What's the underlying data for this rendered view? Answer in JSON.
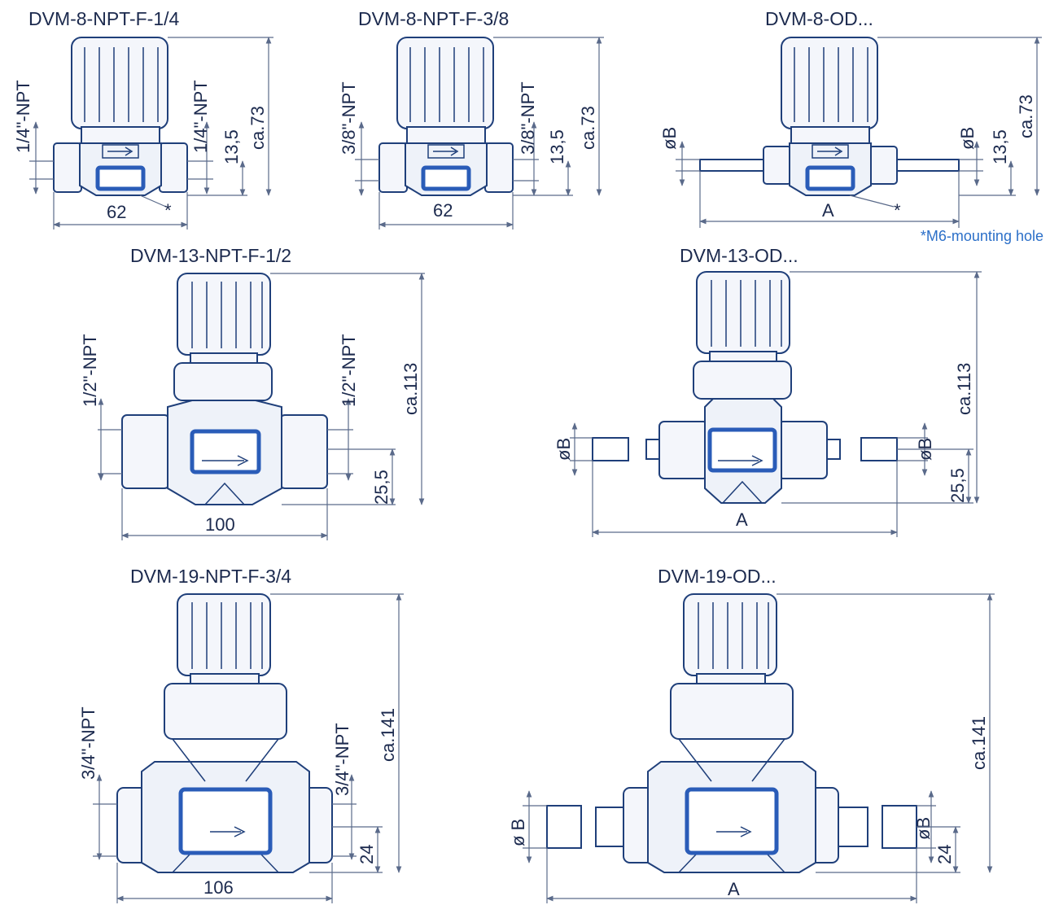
{
  "note": "*M6-mounting hole",
  "drawings": [
    {
      "id": "d1",
      "title": "DVM-8-NPT-F-1/4",
      "port_left": "1/4\"-NPT",
      "port_right": "1/4\"-NPT",
      "offset": "13,5",
      "height": "ca.73",
      "width": "62",
      "star": "*"
    },
    {
      "id": "d2",
      "title": "DVM-8-NPT-F-3/8",
      "port_left": "3/8\"-NPT",
      "port_right": "3/8\"-NPT",
      "offset": "13,5",
      "height": "ca.73",
      "width": "62"
    },
    {
      "id": "d3",
      "title": "DVM-8-OD...",
      "port_left": "øB",
      "port_right": "øB",
      "offset": "13,5",
      "height": "ca.73",
      "width": "A",
      "star": "*"
    },
    {
      "id": "d4",
      "title": "DVM-13-NPT-F-1/2",
      "port_left": "1/2\"-NPT",
      "port_right": "1/2\"-NPT",
      "offset": "25,5",
      "height": "ca.113",
      "width": "100"
    },
    {
      "id": "d5",
      "title": "DVM-13-OD...",
      "port_left": "øB",
      "port_right": "øB",
      "offset": "25,5",
      "height": "ca.113",
      "width": "A"
    },
    {
      "id": "d6",
      "title": "DVM-19-NPT-F-3/4",
      "port_left": "3/4\"-NPT",
      "port_right": "3/4\"-NPT",
      "offset": "24",
      "height": "ca.141",
      "width": "106"
    },
    {
      "id": "d7",
      "title": "DVM-19-OD...",
      "port_left": "ø B",
      "port_right": "øB",
      "offset": "24",
      "height": "ca.141",
      "width": "A"
    }
  ]
}
